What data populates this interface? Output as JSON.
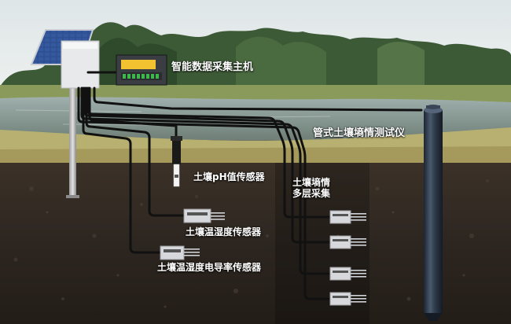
{
  "labels": {
    "host": "智能数据采集主机",
    "tube_meter": "管式土壤墒情测试仪",
    "ph_sensor": "土壤pH值传感器",
    "multi_layer_line1": "土壤墒情",
    "multi_layer_line2": "多层采集",
    "temp_moist_sensor": "土壤温湿度传感器",
    "temp_moist_ec_sensor": "土壤温湿度电导率传感器"
  },
  "colors": {
    "sky": "#e6ecec",
    "soil": "#2e2721",
    "cable": "#111111",
    "label_text": "#ffffff",
    "host_screen": "#f2c230"
  }
}
